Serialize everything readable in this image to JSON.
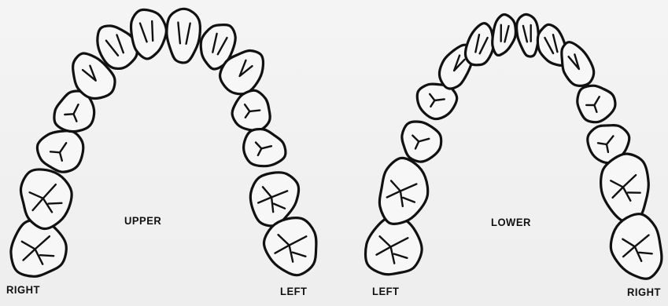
{
  "labels": {
    "upper_arch": "UPPER",
    "lower_arch": "LOWER",
    "upper_right": "RIGHT",
    "upper_left": "LEFT",
    "lower_left": "LEFT",
    "lower_right": "RIGHT"
  },
  "colors": {
    "outline": "#111111",
    "tooth_fill": "#f7f7f7",
    "background": "#f1f1f1"
  }
}
